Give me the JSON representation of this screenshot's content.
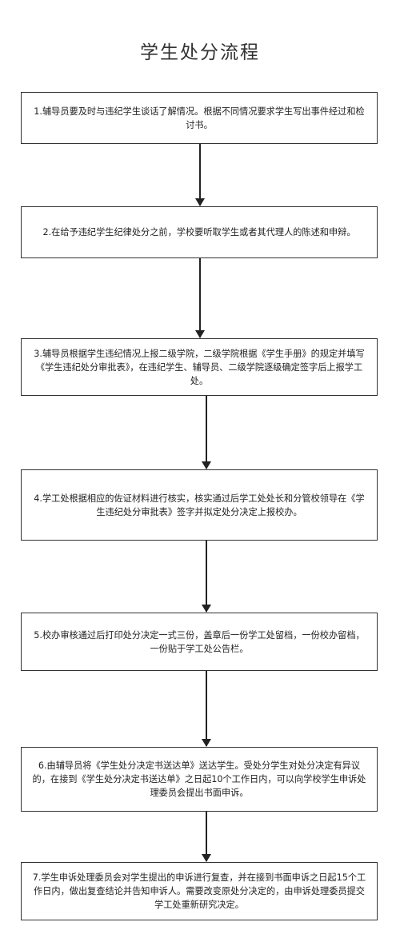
{
  "title": "学生处分流程",
  "steps": [
    "1.辅导员要及时与违纪学生谈话了解情况。根据不同情况要求学生写出事件经过和检讨书。",
    "2.在给予违纪学生纪律处分之前，学校要听取学生或者其代理人的陈述和申辩。",
    "3.辅导员根据学生违纪情况上报二级学院，二级学院根据《学生手册》的规定并填写《学生违纪处分审批表》，在违纪学生、辅导员、二级学院逐级确定签字后上报学工处。",
    "4.学工处根据相应的佐证材料进行核实，核实通过后学工处处长和分管校领导在《学生违纪处分审批表》签字并拟定处分决定上报校办。",
    "5.校办审核通过后打印处分决定一式三份，盖章后一份学工处留档，一份校办留档，一份贴于学工处公告栏。",
    "6.由辅导员将《学生处分决定书送达单》送达学生。受处分学生对处分决定有异议的，在接到《学生处分决定书送达单》之日起10个工作日内，可以向学校学生申诉处理委员会提出书面申诉。",
    "7.学生申诉处理委员会对学生提出的申诉进行复查，并在接到书面申诉之日起15个工作日内，做出复查结论并告知申诉人。需要改变原处分决定的，由申诉处理委员提交学工处重新研究决定。"
  ]
}
